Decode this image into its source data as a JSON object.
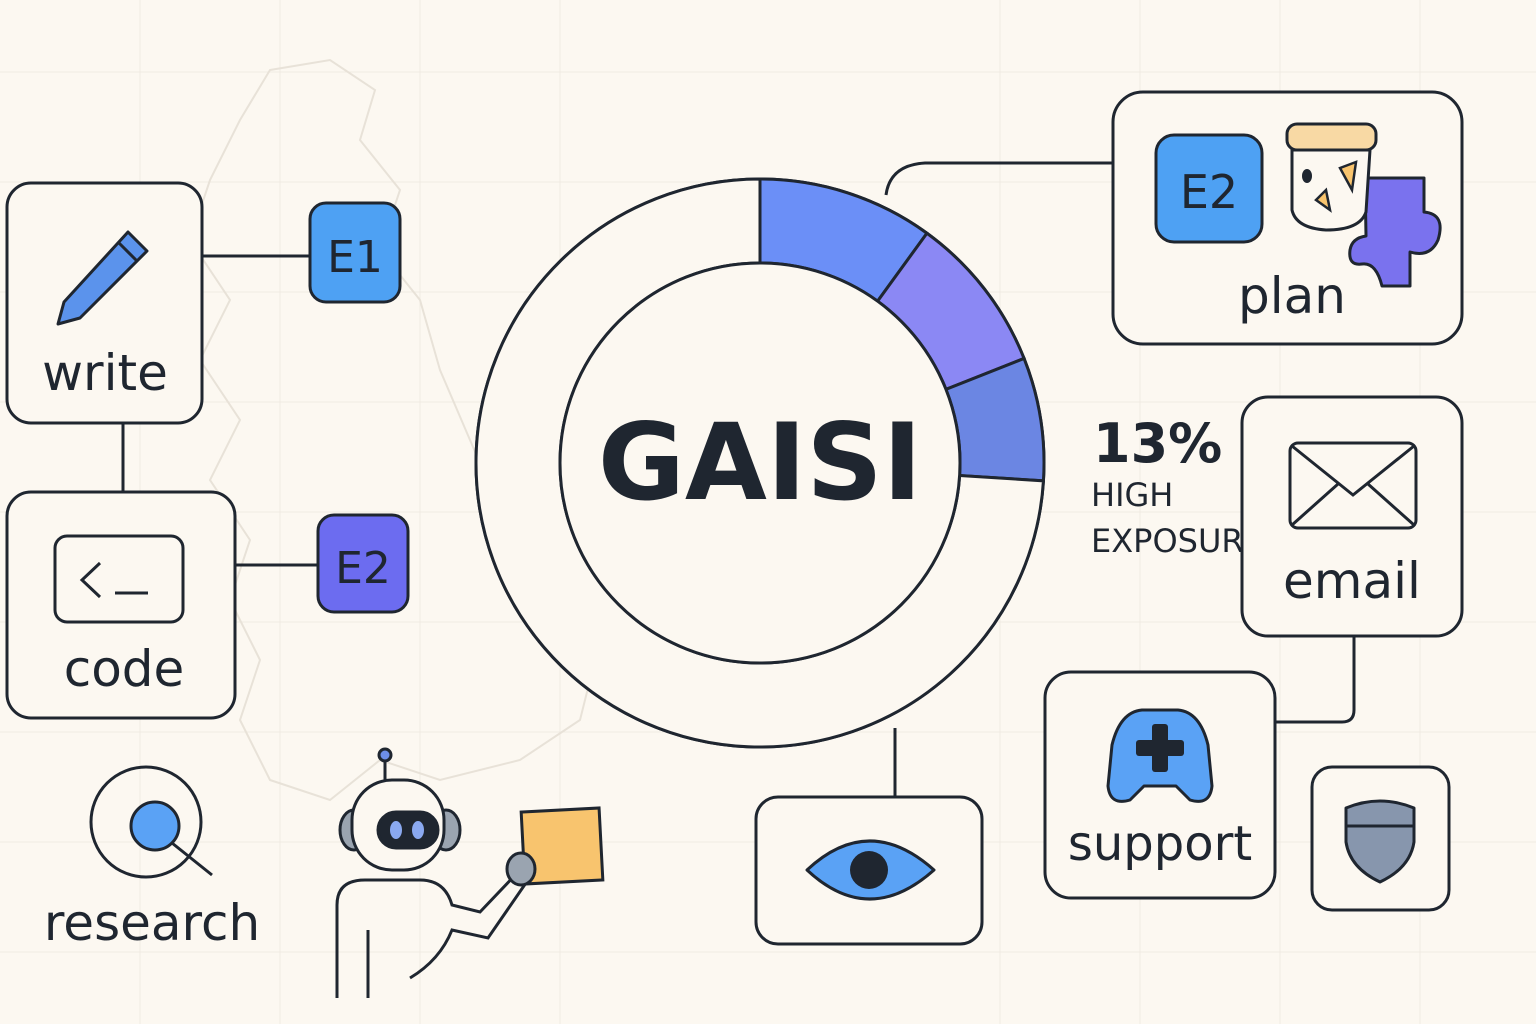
{
  "center": {
    "title": "GAISI"
  },
  "stat": {
    "value": "13%",
    "line1": "HIGH",
    "line2": "EXPOSUR"
  },
  "tasks": {
    "write": {
      "label": "write",
      "badge": "E1"
    },
    "code": {
      "label": "code",
      "badge": "E2"
    },
    "plan": {
      "label": "plan",
      "badge": "E2"
    },
    "email": {
      "label": "email"
    },
    "support": {
      "label": "support"
    },
    "research": {
      "label": "research"
    }
  },
  "icons": {
    "write": "pencil-icon",
    "code": "terminal-icon",
    "plan": "mask-icon",
    "plan_extra": "puzzle-piece-icon",
    "email": "envelope-icon",
    "support": "gamepad-plus-icon",
    "research": "magnifier-icon",
    "monitor": "eye-icon",
    "security": "shield-icon",
    "assistant": "robot-icon"
  },
  "chart_data": {
    "type": "pie",
    "segments": [
      {
        "value": 10,
        "color": "#6b8ff7"
      },
      {
        "value": 9,
        "color": "#8b88f4"
      },
      {
        "value": 7,
        "color": "#6b86e3"
      },
      {
        "value": 74,
        "color": "#fcf8f1"
      }
    ]
  },
  "colors": {
    "background": "#fcf8f1",
    "ink": "#1f2630",
    "badge_blue": "#4ea1f3",
    "badge_violet": "#6c6cf0",
    "sticky_note": "#f8c46e",
    "puzzle": "#7a72ee",
    "shield": "#8796ad"
  }
}
